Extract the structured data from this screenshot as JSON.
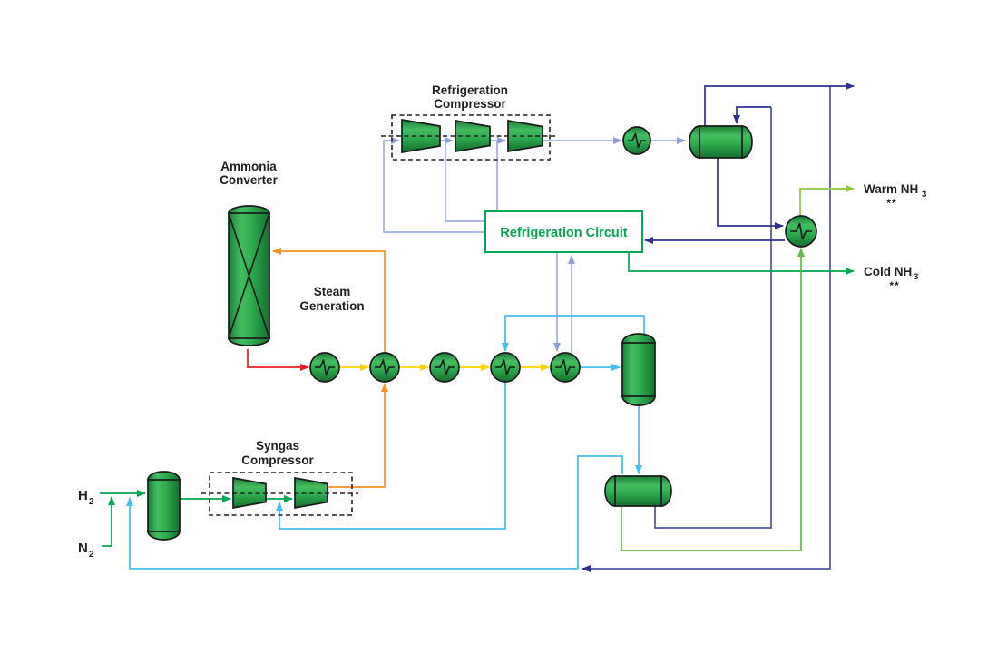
{
  "diagram": {
    "labels": {
      "refrigeration_compressor": {
        "line1": "Refrigeration",
        "line2": "Compressor"
      },
      "ammonia_converter": {
        "line1": "Ammonia",
        "line2": "Converter"
      },
      "steam_generation": {
        "line1": "Steam",
        "line2": "Generation"
      },
      "syngas_compressor": {
        "line1": "Syngas",
        "line2": "Compressor"
      },
      "refrigeration_circuit": {
        "title": "Refrigeration Circuit"
      },
      "h2": {
        "symbol": "H",
        "subscript": "2"
      },
      "n2": {
        "symbol": "N",
        "subscript": "2"
      },
      "warm_nh3": {
        "text": "Warm NH",
        "subscript": "3",
        "footnote": "**"
      },
      "cold_nh3": {
        "text": "Cold NH",
        "subscript": "3",
        "footnote": "**"
      }
    },
    "equipment": [
      {
        "name": "ammonia-converter",
        "type": "column-with-cross-internals"
      },
      {
        "name": "feed-knockout-drum",
        "type": "vertical-drum"
      },
      {
        "name": "syngas-compressor-stage-1",
        "type": "compressor"
      },
      {
        "name": "syngas-compressor-stage-2",
        "type": "compressor"
      },
      {
        "name": "heat-exchanger-1",
        "type": "heat-exchanger"
      },
      {
        "name": "heat-exchanger-2",
        "type": "heat-exchanger"
      },
      {
        "name": "heat-exchanger-3",
        "type": "heat-exchanger"
      },
      {
        "name": "heat-exchanger-4",
        "type": "heat-exchanger"
      },
      {
        "name": "heat-exchanger-5",
        "type": "heat-exchanger"
      },
      {
        "name": "separator",
        "type": "vertical-drum"
      },
      {
        "name": "ammonia-flash-drum",
        "type": "horizontal-drum"
      },
      {
        "name": "refrigeration-compressor-stage-1",
        "type": "compressor"
      },
      {
        "name": "refrigeration-compressor-stage-2",
        "type": "compressor"
      },
      {
        "name": "refrigeration-compressor-stage-3",
        "type": "compressor"
      },
      {
        "name": "refrigerant-condenser",
        "type": "heat-exchanger"
      },
      {
        "name": "refrigerant-receiver",
        "type": "horizontal-drum"
      },
      {
        "name": "ammonia-warmer",
        "type": "heat-exchanger"
      }
    ],
    "streams": {
      "converter_effluent": {
        "color": "#ED1C24"
      },
      "cooling_train": {
        "color": "#FFD200"
      },
      "syngas_discharge": {
        "color": "#F7941E"
      },
      "cold_recycle": {
        "color": "#45BFED"
      },
      "fresh_feed": {
        "color": "#00A651"
      },
      "refrigerant_vapor": {
        "color": "#9FAEE5"
      },
      "refrigerant_liquid": {
        "color": "#2E3192"
      },
      "flash_vapor_return": {
        "color": "#4E56A6"
      },
      "liquid_ammonia": {
        "color": "#62BB46"
      },
      "warm_ammonia_out": {
        "color": "#8CC63F"
      }
    },
    "palette": {
      "vessel_green": "#2FA84F",
      "vessel_outline": "#1A1A1A",
      "label_color": "#231F20",
      "circuit_box_color": "#00A651",
      "background": "#FFFFFF"
    }
  }
}
